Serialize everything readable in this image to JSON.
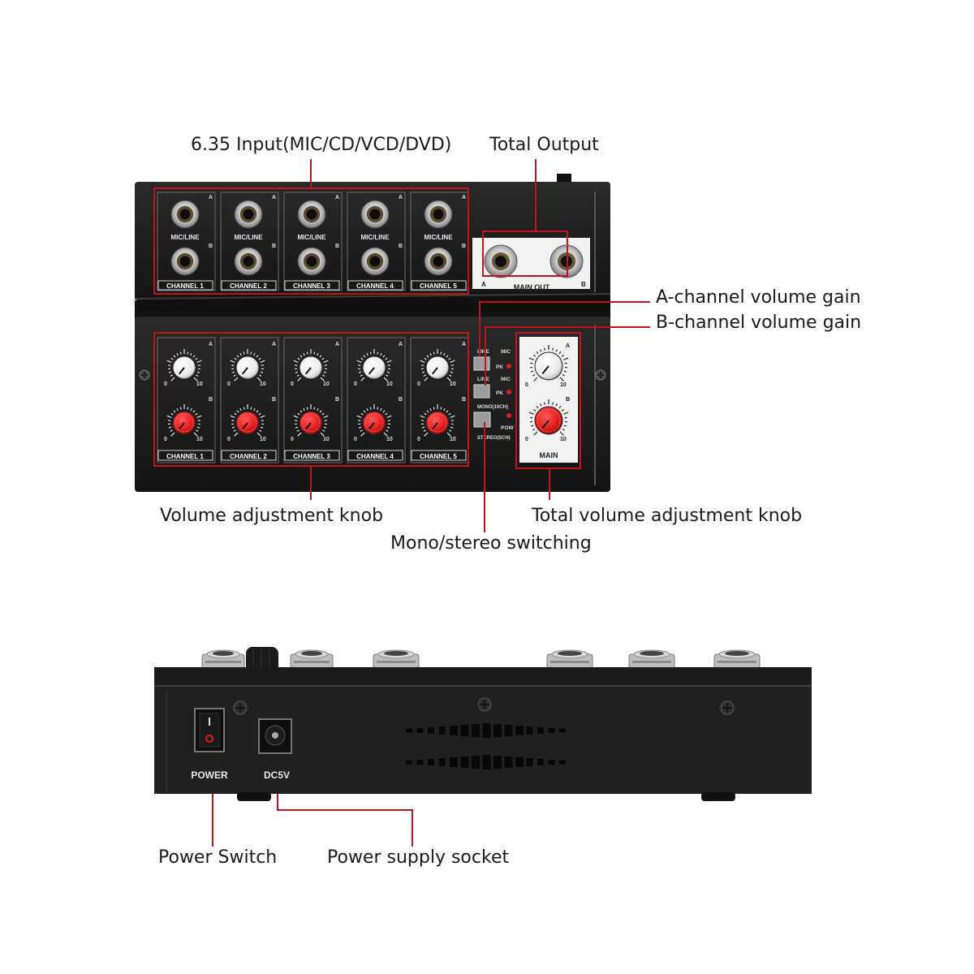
{
  "callouts": {
    "input": "6.35 Input(MIC/CD/VCD/DVD)",
    "total_output": "Total Output",
    "a_gain": "A-channel volume gain",
    "b_gain": "B-channel volume gain",
    "volume_knob": "Volume adjustment knob",
    "total_volume_knob": "Total volume adjustment knob",
    "mono_stereo": "Mono/stereo switching",
    "power_switch": "Power Switch",
    "power_socket": "Power supply socket"
  },
  "panel": {
    "channels": [
      "CHANNEL 1",
      "CHANNEL 2",
      "CHANNEL 3",
      "CHANNEL 4",
      "CHANNEL 5"
    ],
    "jack_label": "MIC/LINE",
    "row_a": "A",
    "row_b": "B",
    "main_out": "MAIN OUT",
    "main": "MAIN",
    "scale_min": "0",
    "scale_max": "10",
    "switch_line": "LINE",
    "switch_mic": "MIC",
    "peak": "PK",
    "mono": "MONO(10CH)",
    "stereo": "STEREO(5CH)",
    "pow": "POW"
  },
  "rear": {
    "power": "POWER",
    "dc": "DC5V"
  },
  "colors": {
    "callout_line": "#c0141a",
    "knob_red": "#e21b1b",
    "device_body": "#1c1c1c"
  }
}
